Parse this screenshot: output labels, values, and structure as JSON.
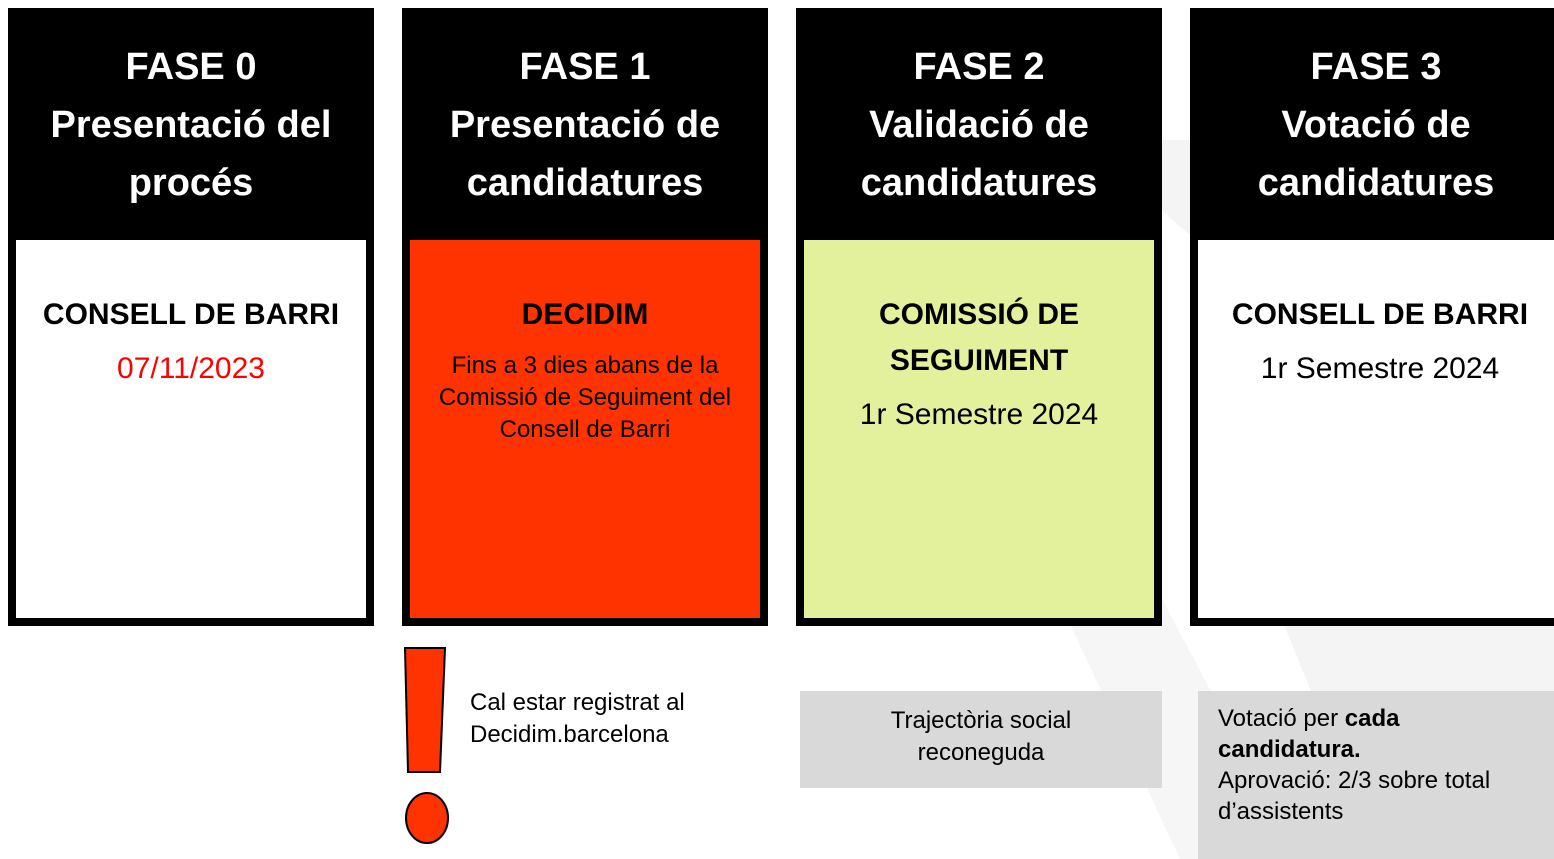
{
  "phases": [
    {
      "label": "FASE 0",
      "title_line1": "Presentació del",
      "title_line2": "procés",
      "body_title_line1": "CONSELL DE BARRI",
      "body_title_line2": "",
      "date": "07/11/2023",
      "note": "",
      "body_color": "#ffffff",
      "date_color": "#ff0000"
    },
    {
      "label": "FASE 1",
      "title_line1": "Presentació de",
      "title_line2": "candidatures",
      "body_title_line1": "DECIDIM",
      "body_title_line2": "",
      "date": "",
      "note": "Fins a 3 dies abans de la Comissió de Seguiment del Consell de Barri",
      "body_color": "#ff3300"
    },
    {
      "label": "FASE 2",
      "title_line1": "Validació de",
      "title_line2": "candidatures",
      "body_title_line1": "COMISSIÓ DE",
      "body_title_line2": "SEGUIMENT",
      "date": "1r Semestre 2024",
      "note": "",
      "body_color": "#e3f19c",
      "date_color": "#000000"
    },
    {
      "label": "FASE 3",
      "title_line1": "Votació de",
      "title_line2": "candidatures",
      "body_title_line1": "CONSELL DE BARRI",
      "body_title_line2": "",
      "date": "1r Semestre 2024",
      "note": "",
      "body_color": "#ffffff",
      "date_color": "#000000"
    }
  ],
  "notes": {
    "registration_line1": "Cal estar registrat al",
    "registration_line2": "Decidim.barcelona",
    "trajectory_line1": "Trajectòria social",
    "trajectory_line2": "reconeguda",
    "vote_prefix": "Votació per ",
    "vote_bold": "cada candidatura.",
    "vote_rest": "Aprovació: 2/3 sobre total d’assistents"
  },
  "colors": {
    "header": "#000000",
    "warning": "#ff3300",
    "note_box": "#d9d9d9",
    "watermark": "#f4f4f4"
  },
  "icons": {
    "warning": "exclamation-icon"
  }
}
